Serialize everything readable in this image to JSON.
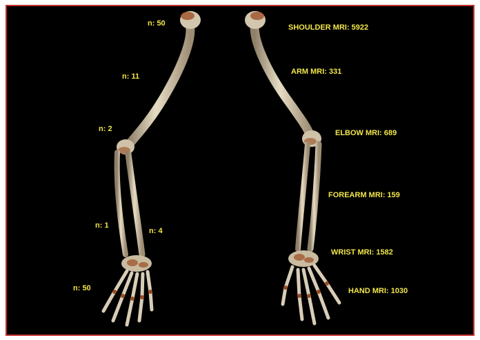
{
  "colors": {
    "label": "#f2e64a",
    "bone": "#d8cdb6",
    "bone_shadow": "#8e7f68",
    "joint": "#9a4a22",
    "background": "#000000",
    "border": "#c0302e"
  },
  "left_labels": {
    "shoulder": "n: 50",
    "arm": "n: 11",
    "elbow": "n: 2",
    "forearm_ulna": "n: 1",
    "forearm_radius": "n: 4",
    "hand": "n: 50"
  },
  "right_labels": {
    "shoulder": "SHOULDER MRI: 5922",
    "arm": "ARM MRI: 331",
    "elbow": "ELBOW MRI: 689",
    "forearm": "FOREARM MRI: 159",
    "wrist": "WRIST MRI: 1582",
    "hand": "HAND MRI: 1030"
  }
}
